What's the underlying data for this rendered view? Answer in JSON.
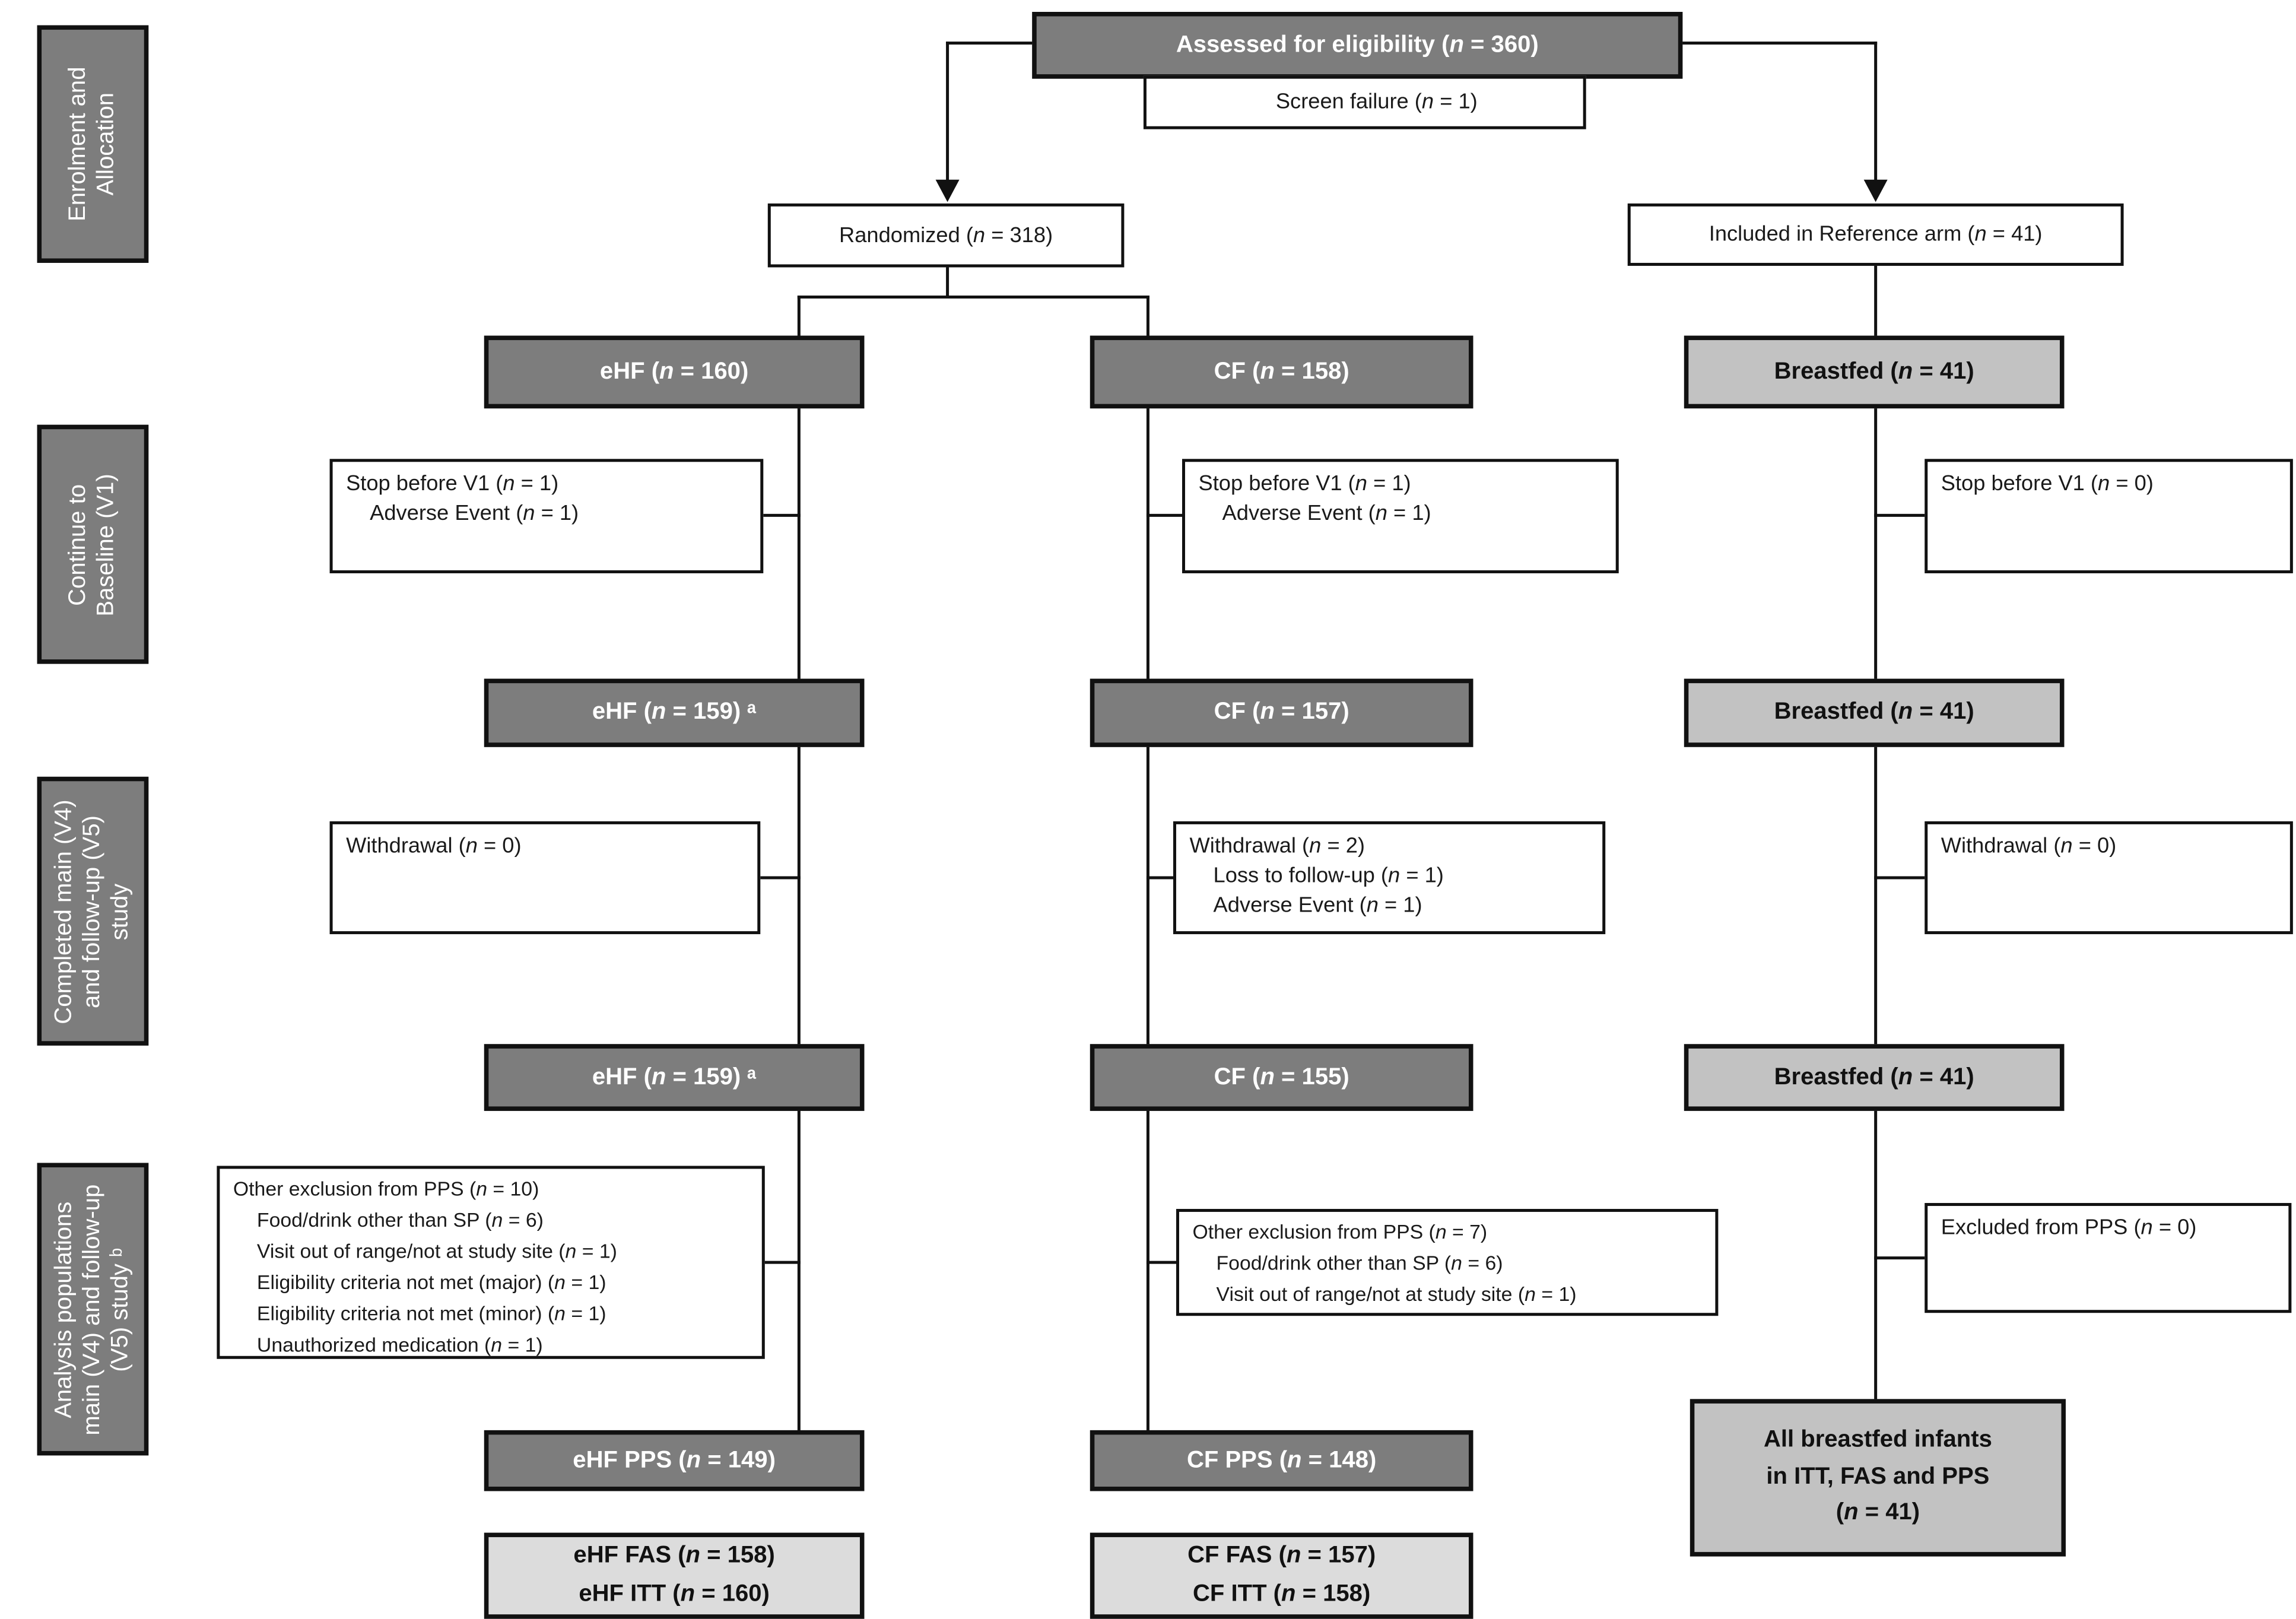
{
  "figure": {
    "type": "consort-flow-diagram",
    "palette": {
      "dark_gray": "#7d7d7d",
      "medium_gray": "#c2c2c2",
      "light_gray": "#dcdcdc",
      "line_black": "#111111",
      "box_white": "#ffffff"
    }
  },
  "sidebar": {
    "bands": [
      {
        "label": "Enrolment  and\nAllocation"
      },
      {
        "label": "Continue to\nBaseline (V1)"
      },
      {
        "label": "Completed main (V4)\nand follow-up (V5)\nstudy"
      },
      {
        "label": "Analysis populations\nmain (V4) and follow-up\n(V5)  study ᵇ"
      }
    ]
  },
  "top": {
    "assessed": "Assessed for eligibility (n = 360)",
    "screen_failure": "Screen failure (n = 1)",
    "randomized": "Randomized (n = 318)",
    "reference": "Included in Reference arm (n = 41)"
  },
  "columns": {
    "ehf": {
      "alloc": "eHF (n = 160)",
      "stop": [
        "Stop before V1 (n = 1)",
        "Adverse Event (n = 1)"
      ],
      "baseline": "eHF (n = 159) ᵃ",
      "withdrawal": [
        "Withdrawal (n = 0)"
      ],
      "completed": "eHF (n = 159) ᵃ",
      "exclusion": [
        "Other exclusion from PPS (n = 10)",
        "Food/drink other than SP (n = 6)",
        "Visit out of range/not at study site (n = 1)",
        "Eligibility criteria not met (major) (n = 1)",
        "Eligibility criteria not met (minor) (n = 1)",
        "Unauthorized medication (n = 1)"
      ],
      "pps": "eHF PPS (n = 149)",
      "fas": "eHF FAS (n = 158)",
      "itt": "eHF ITT (n = 160)"
    },
    "cf": {
      "alloc": "CF (n = 158)",
      "stop": [
        "Stop before V1 (n = 1)",
        "Adverse Event (n = 1)"
      ],
      "baseline": "CF (n = 157)",
      "withdrawal": [
        "Withdrawal (n = 2)",
        "Loss to follow-up (n = 1)",
        "Adverse Event (n = 1)"
      ],
      "completed": "CF (n = 155)",
      "exclusion": [
        "Other exclusion from PPS (n = 7)",
        "Food/drink other than SP (n = 6)",
        "Visit out of range/not at study site (n = 1)"
      ],
      "pps": "CF PPS (n = 148)",
      "fas": "CF FAS (n = 157)",
      "itt": "CF ITT (n = 158)"
    },
    "breastfed": {
      "alloc": "Breastfed (n = 41)",
      "stop": [
        "Stop before V1 (n = 0)"
      ],
      "baseline": "Breastfed (n = 41)",
      "withdrawal": [
        "Withdrawal (n = 0)"
      ],
      "completed": "Breastfed (n = 41)",
      "excluded": [
        "Excluded from PPS (n = 0)"
      ],
      "final": "All breastfed infants\nin ITT, FAS and PPS\n(n = 41)"
    }
  }
}
